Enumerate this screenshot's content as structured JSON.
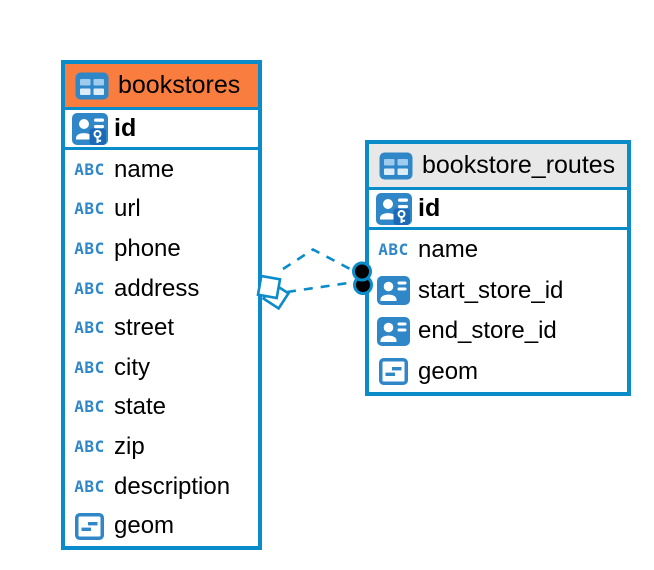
{
  "colors": {
    "canvas_bg": "#ffffff",
    "accent": "#0a8ccb",
    "icon_blue": "#3087c8",
    "icon_cell_top": "#9fccee",
    "icon_cell_bottom": "#dcedf9",
    "key_badge": "#1a6ab5",
    "connector_dot": "#000000",
    "text": "#000000"
  },
  "icons": {
    "text_icon_label": "ABC"
  },
  "diagram": {
    "tables": [
      {
        "name": "bookstores",
        "header_bg": "#f87d3e",
        "columns": [
          {
            "name": "id",
            "icon": "primary-key"
          },
          {
            "name": "name",
            "icon": "text"
          },
          {
            "name": "url",
            "icon": "text"
          },
          {
            "name": "phone",
            "icon": "text"
          },
          {
            "name": "address",
            "icon": "text"
          },
          {
            "name": "street",
            "icon": "text"
          },
          {
            "name": "city",
            "icon": "text"
          },
          {
            "name": "state",
            "icon": "text"
          },
          {
            "name": "zip",
            "icon": "text"
          },
          {
            "name": "description",
            "icon": "text"
          },
          {
            "name": "geom",
            "icon": "geometry"
          }
        ]
      },
      {
        "name": "bookstore_routes",
        "header_bg": "#e9e8e8",
        "columns": [
          {
            "name": "id",
            "icon": "primary-key"
          },
          {
            "name": "name",
            "icon": "text"
          },
          {
            "name": "start_store_id",
            "icon": "foreign-key"
          },
          {
            "name": "end_store_id",
            "icon": "foreign-key"
          },
          {
            "name": "geom",
            "icon": "geometry"
          }
        ]
      }
    ],
    "relationships": [
      {
        "from_table": "bookstores",
        "to_table": "bookstore_routes",
        "line_style": "dashed"
      },
      {
        "from_table": "bookstores",
        "to_table": "bookstore_routes",
        "line_style": "dashed"
      }
    ]
  }
}
